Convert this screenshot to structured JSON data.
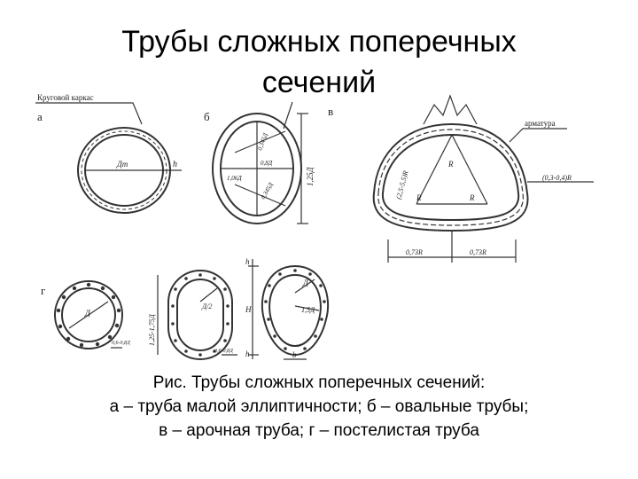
{
  "slide": {
    "title_line1": "Трубы сложных поперечных",
    "title_line2": "сечений"
  },
  "figure": {
    "panel_a": {
      "letter": "а",
      "callout": "Круговой каркас",
      "dim_d": "Дт",
      "dim_h": "h"
    },
    "panel_b": {
      "letter": "б",
      "dim_1": "0,345Д",
      "dim_2": "0,8Д",
      "dim_3": "1,06Д",
      "dim_4": "0,345Д",
      "dim_5": "1,25Д"
    },
    "panel_v": {
      "letter": "в",
      "callout": "арматура",
      "dim_r1": "R",
      "dim_r2": "R",
      "dim_r3": "R",
      "dim_side": "(2,5-5,5)R",
      "dim_wall": "(0,3-0,4)R",
      "dim_b1": "0,73R",
      "dim_b2": "0,73R"
    },
    "panel_g": {
      "letter": "г",
      "dim_d": "Д",
      "dim_h1": "1,25-1,75Д",
      "dim_d2": "Д/2",
      "dim_h": "h",
      "dim_H": "H",
      "dim_h2": "h",
      "dim_d3": "Д",
      "dim_r": "1,5Д",
      "dim_b": "b",
      "dim_small1": "0,6-0,8Д",
      "dim_small2": "0,6-0,8Д"
    }
  },
  "caption": {
    "line1": "Рис. Трубы сложных поперечных сечений:",
    "line2": "а – труба малой эллиптичности; б – овальные трубы;",
    "line3": "в – арочная труба; г – постелистая труба"
  }
}
